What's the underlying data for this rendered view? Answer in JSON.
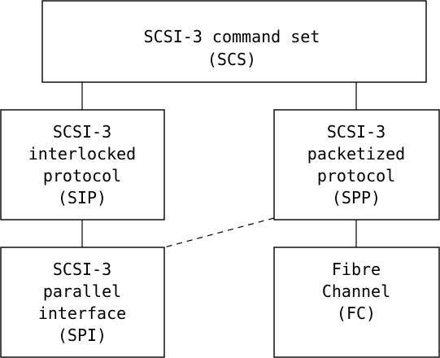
{
  "boxes": {
    "scs": {
      "lines": [
        "SCSI-3 command set",
        "(SCS)"
      ]
    },
    "sip": {
      "lines": [
        "SCSI-3",
        "interlocked",
        "protocol",
        "(SIP)"
      ]
    },
    "spp": {
      "lines": [
        "SCSI-3",
        "packetized",
        "protocol",
        "(SPP)"
      ]
    },
    "spi": {
      "lines": [
        "SCSI-3",
        "parallel",
        "interface",
        "(SPI)"
      ]
    },
    "fc": {
      "lines": [
        "Fibre",
        "Channel",
        "(FC)"
      ]
    }
  },
  "connections": [
    {
      "from": "scs",
      "to": "sip",
      "style": "solid"
    },
    {
      "from": "scs",
      "to": "spp",
      "style": "solid"
    },
    {
      "from": "sip",
      "to": "spi",
      "style": "solid"
    },
    {
      "from": "spp",
      "to": "fc",
      "style": "solid"
    },
    {
      "from": "spp",
      "to": "spi",
      "style": "dashed"
    }
  ]
}
